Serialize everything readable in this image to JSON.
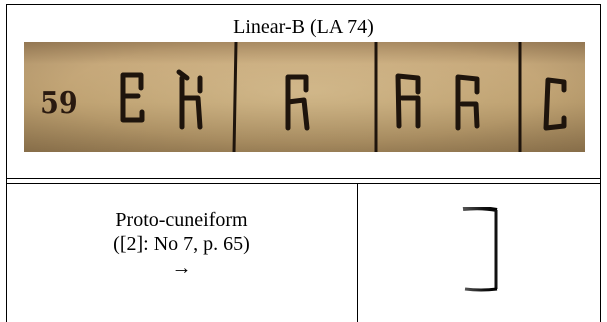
{
  "header": {
    "title": "Linear-B (LA 74)"
  },
  "photo": {
    "label_number": "59",
    "description": "photograph of Linear-B tablet signs"
  },
  "proto_cuneiform": {
    "line1": "Proto-cuneiform",
    "line2": "([2]: No 7, p. 65)",
    "arrow": "→"
  }
}
